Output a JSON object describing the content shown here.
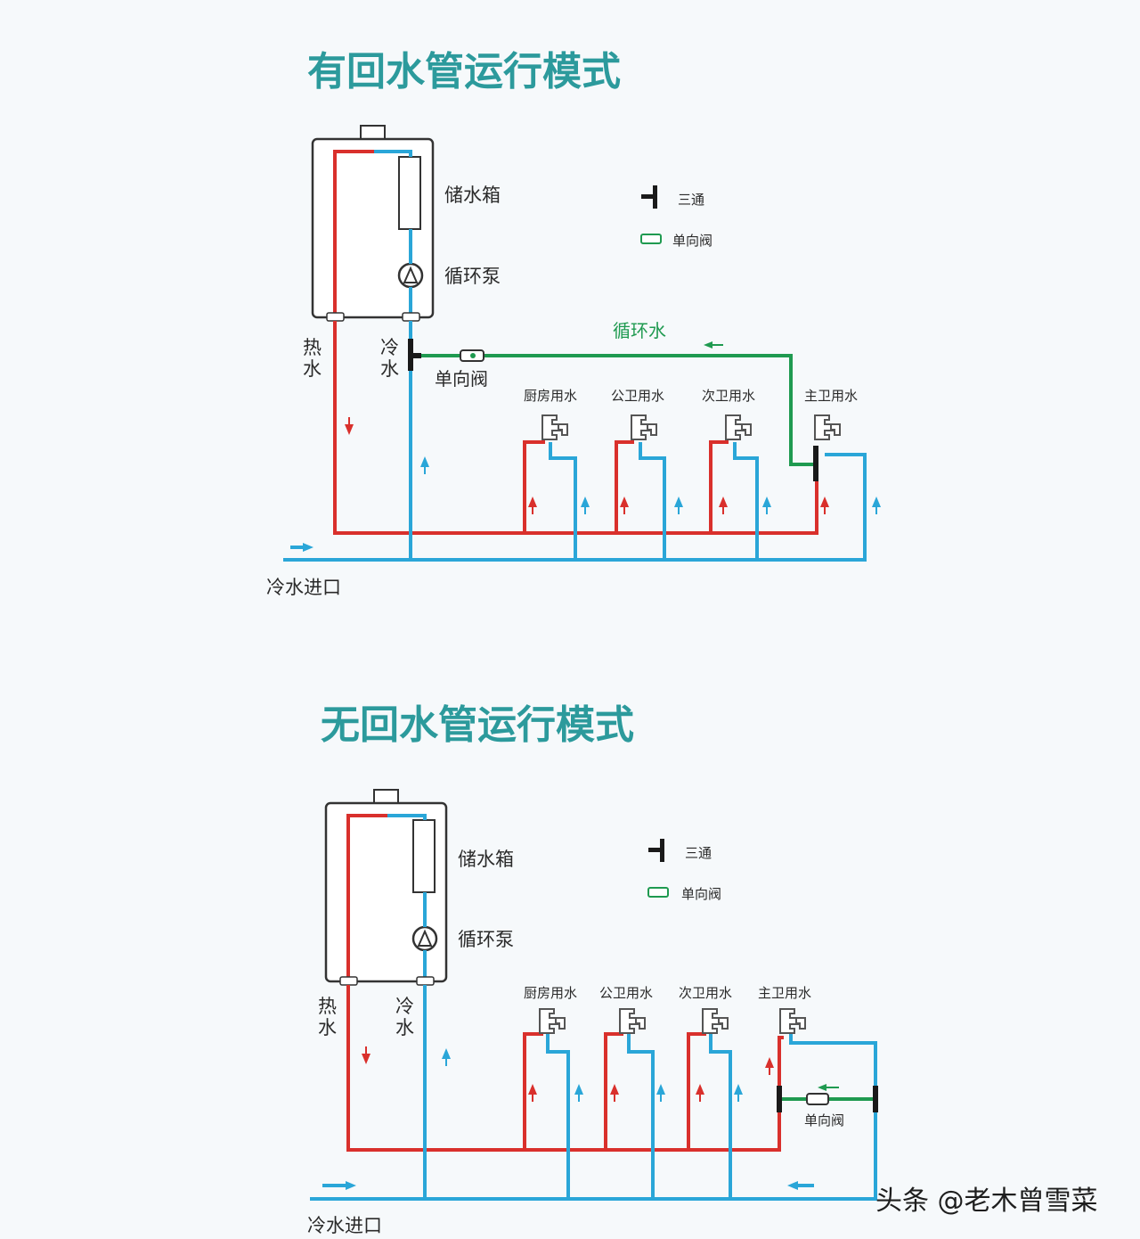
{
  "colors": {
    "hot": "#d9302c",
    "cold": "#2aa6d8",
    "circulation": "#1f9a50",
    "title": "#2c9a9c"
  },
  "diagram_top": {
    "title": "有回水管运行模式",
    "tank_label": "储水箱",
    "pump_label": "循环泵",
    "hot_label": [
      "热",
      "水"
    ],
    "cold_label": [
      "冷",
      "水"
    ],
    "check_valve_label": "单向阀",
    "circulation_label": "循环水",
    "legend": {
      "tee": "三通",
      "check_valve": "单向阀"
    },
    "taps": [
      "厨房用水",
      "公卫用水",
      "次卫用水",
      "主卫用水"
    ],
    "inlet_label": "冷水进口"
  },
  "diagram_bottom": {
    "title": "无回水管运行模式",
    "tank_label": "储水箱",
    "pump_label": "循环泵",
    "hot_label": [
      "热",
      "水"
    ],
    "cold_label": [
      "冷",
      "水"
    ],
    "check_valve_label": "单向阀",
    "legend": {
      "tee": "三通",
      "check_valve": "单向阀"
    },
    "taps": [
      "厨房用水",
      "公卫用水",
      "次卫用水",
      "主卫用水"
    ],
    "inlet_label": "冷水进口"
  },
  "watermark": "头条 @老木曾雪菜"
}
